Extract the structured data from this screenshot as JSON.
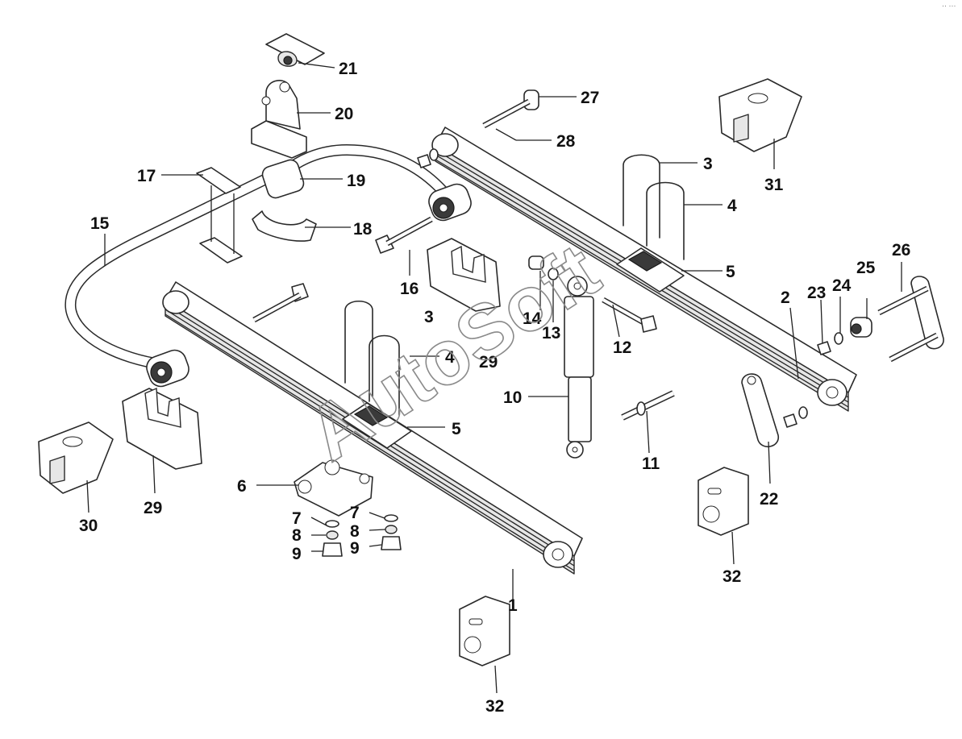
{
  "watermark": "AutoSoft",
  "corner_mark": "·· ···",
  "callouts": [
    "21",
    "20",
    "17",
    "19",
    "15",
    "18",
    "16",
    "3",
    "14",
    "13",
    "29",
    "12",
    "10",
    "11",
    "27",
    "28",
    "3",
    "4",
    "5",
    "31",
    "26",
    "25",
    "24",
    "23",
    "2",
    "22",
    "32",
    "4",
    "5",
    "6",
    "7",
    "8",
    "9",
    "7",
    "8",
    "9",
    "1",
    "32",
    "30",
    "29"
  ]
}
